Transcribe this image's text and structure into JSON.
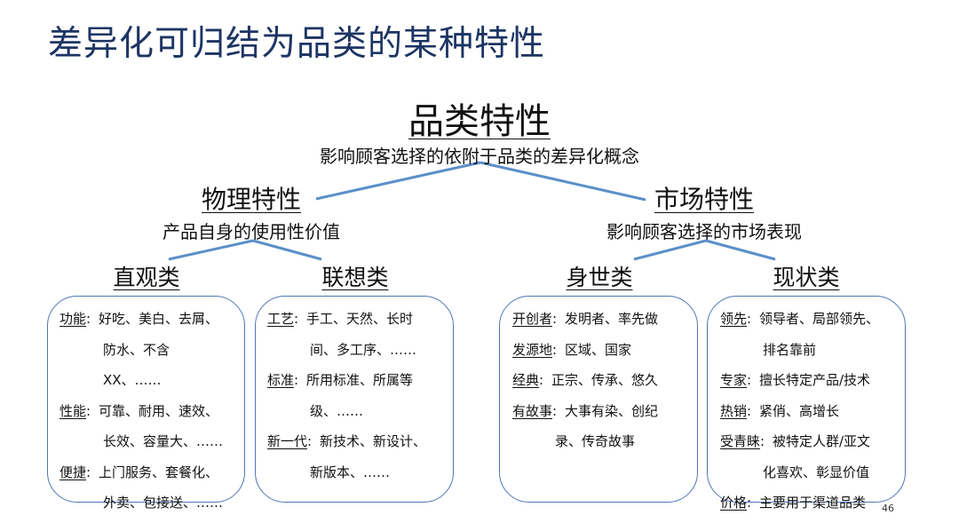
{
  "slide": {
    "title": "差异化可归结为品类的某种特性",
    "page_number": "46"
  },
  "root": {
    "title": "品类特性",
    "subtitle": "影响顾客选择的依附于品类的差异化概念"
  },
  "branches": [
    {
      "title": "物理特性",
      "subtitle": "产品自身的使用性价值",
      "children": [
        {
          "title": "直观类",
          "lines": [
            {
              "key": "功能",
              "sep": ":",
              "text": "好吃、美白、去屑、"
            },
            {
              "key": "",
              "sep": "",
              "text": "防水、不含"
            },
            {
              "key": "",
              "sep": "",
              "text": "XX、……"
            },
            {
              "key": "性能",
              "sep": ":",
              "text": "可靠、耐用、速效、"
            },
            {
              "key": "",
              "sep": "",
              "text": "长效、容量大、……"
            },
            {
              "key": "便捷",
              "sep": ":",
              "text": "上门服务、套餐化、"
            },
            {
              "key": "",
              "sep": "",
              "text": "外卖、包接送、……"
            }
          ]
        },
        {
          "title": "联想类",
          "lines": [
            {
              "key": "工艺",
              "sep": ":",
              "text": "手工、天然、长时"
            },
            {
              "key": "",
              "sep": "",
              "text": "间、多工序、……"
            },
            {
              "key": "标准",
              "sep": ":",
              "text": "所用标准、所属等"
            },
            {
              "key": "",
              "sep": "",
              "text": "级、……"
            },
            {
              "key": "新一代",
              "sep": ":",
              "text": "新技术、新设计、"
            },
            {
              "key": "",
              "sep": "",
              "text": "新版本、……"
            }
          ]
        }
      ]
    },
    {
      "title": "市场特性",
      "subtitle": "影响顾客选择的市场表现",
      "children": [
        {
          "title": "身世类",
          "lines": [
            {
              "key": "开创者",
              "sep": ":",
              "text": "发明者、率先做"
            },
            {
              "key": "发源地",
              "sep": ":",
              "text": "区域、国家"
            },
            {
              "key": "经典",
              "sep": ":",
              "text": "正宗、传承、悠久"
            },
            {
              "key": "有故事",
              "sep": ":",
              "text": "大事有染、创纪"
            },
            {
              "key": "",
              "sep": "",
              "text": "录、传奇故事"
            }
          ]
        },
        {
          "title": "现状类",
          "lines": [
            {
              "key": "领先",
              "sep": ":",
              "text": "领导者、局部领先、"
            },
            {
              "key": "",
              "sep": "",
              "text": "排名靠前"
            },
            {
              "key": "专家",
              "sep": ":",
              "text": "擅长特定产品/技术"
            },
            {
              "key": "热销",
              "sep": ":",
              "text": "紧俏、高增长"
            },
            {
              "key": "受青睐",
              "sep": ":",
              "text": "被特定人群/亚文"
            },
            {
              "key": "",
              "sep": "",
              "text": "化喜欢、彰显价值"
            },
            {
              "key": "价格",
              "sep": ":",
              "text": "主要用于渠道品类"
            }
          ]
        }
      ]
    }
  ],
  "colors": {
    "title": "#1d3564",
    "connector": "#5b8fc9",
    "box_border": "#4f77b6",
    "text": "#111111"
  }
}
